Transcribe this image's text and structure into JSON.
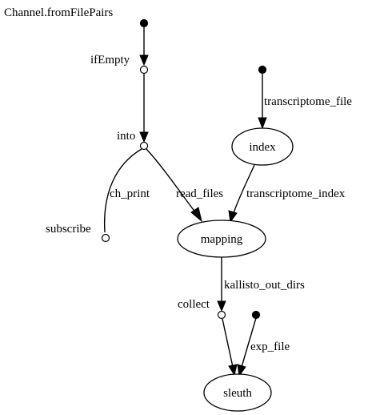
{
  "diagram": {
    "channel_label": "Channel.fromFilePairs",
    "operators": {
      "ifEmpty": "ifEmpty",
      "into": "into",
      "subscribe": "subscribe",
      "collect": "collect"
    },
    "processes": {
      "index": "index",
      "mapping": "mapping",
      "sleuth": "sleuth"
    },
    "edges": {
      "transcriptome_file": "transcriptome_file",
      "ch_print": "ch_print",
      "read_files": "read_files",
      "transcriptome_index": "transcriptome_index",
      "kallisto_out_dirs": "kallisto_out_dirs",
      "exp_file": "exp_file"
    }
  }
}
